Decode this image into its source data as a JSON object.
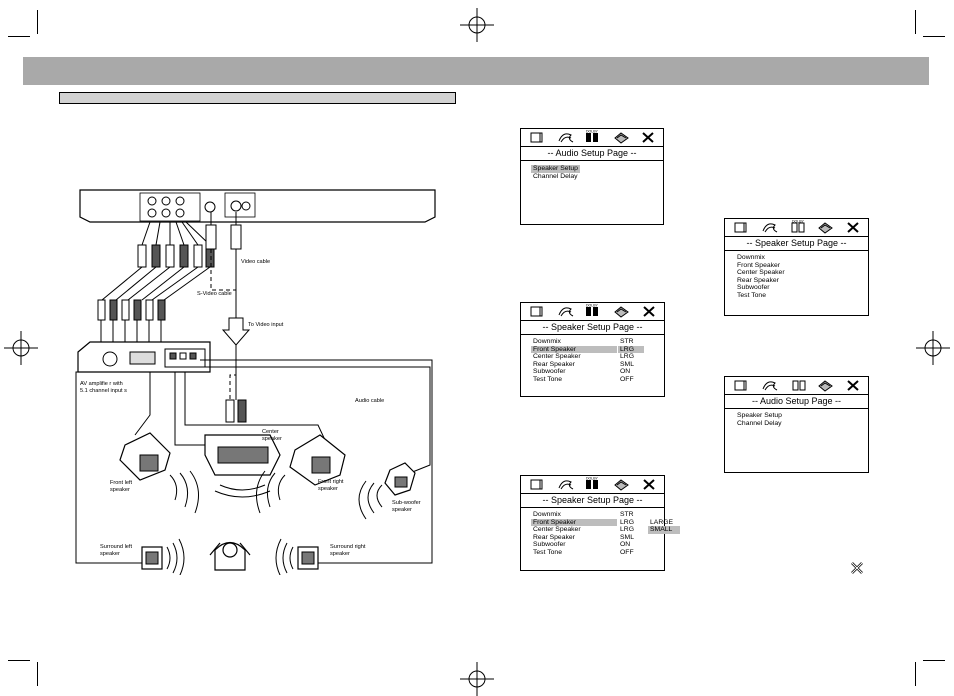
{
  "colors": {
    "header_bar": "#a9a9a9",
    "section_bar": "#d2d2d2",
    "highlight": "#bdbdbd"
  },
  "icons": [
    "language-icon",
    "dolby-audio-icon",
    "speaker-icon",
    "preferences-icon",
    "exit-icon"
  ],
  "diagram": {
    "labels": {
      "video_cable": "Video cable",
      "s_video_cable": "S-Video cable",
      "to_video_input": "To Video input",
      "av_amp_line1": "AV amplifie r with",
      "av_amp_line2": "5.1 channel input s",
      "audio_cable": "Audio cable",
      "center_speaker_1": "Center",
      "center_speaker_2": "speaker",
      "front_left_1": "Front left",
      "front_left_2": "speaker",
      "front_right_1": "Front right",
      "front_right_2": "speaker",
      "subwoofer_1": "Sub-woofer",
      "subwoofer_2": "speaker",
      "surround_left_1": "Surround left",
      "surround_left_2": "speaker",
      "surround_right_1": "Surround right",
      "surround_right_2": "speaker"
    }
  },
  "osd1": {
    "title": "-- Audio Setup  Page --",
    "items": [
      "Speaker Setup",
      "Channel Delay"
    ]
  },
  "osd2": {
    "title": "-- Speaker  Setup  Page --",
    "rows": [
      {
        "label": "Downmix",
        "value": "STR"
      },
      {
        "label": "Front Speaker",
        "value": "LRG"
      },
      {
        "label": "Center Speaker",
        "value": "LRG"
      },
      {
        "label": "Rear Speaker",
        "value": "SML"
      },
      {
        "label": "Subwoofer",
        "value": "ON"
      },
      {
        "label": "Test Tone",
        "value": "OFF"
      }
    ]
  },
  "osd3": {
    "title": "-- Speaker  Setup  Page --",
    "rows": [
      {
        "label": "Downmix",
        "value": "STR"
      },
      {
        "label": "Front Speaker",
        "value": "LRG"
      },
      {
        "label": "Center Speaker",
        "value": "LRG"
      },
      {
        "label": "Rear Speaker",
        "value": "SML"
      },
      {
        "label": "Subwoofer",
        "value": "ON"
      },
      {
        "label": "Test Tone",
        "value": "OFF"
      }
    ],
    "options": [
      "LARGE",
      "SMALL"
    ]
  },
  "osd4": {
    "title": "-- Speaker  Setup  Page --",
    "items": [
      "Downmix",
      "Front Speaker",
      "Center Speaker",
      "Rear Speaker",
      "Subwoofer",
      "Test Tone"
    ]
  },
  "osd5": {
    "title": "-- Audio Setup  Page --",
    "items": [
      "Speaker Setup",
      "Channel Delay"
    ]
  }
}
